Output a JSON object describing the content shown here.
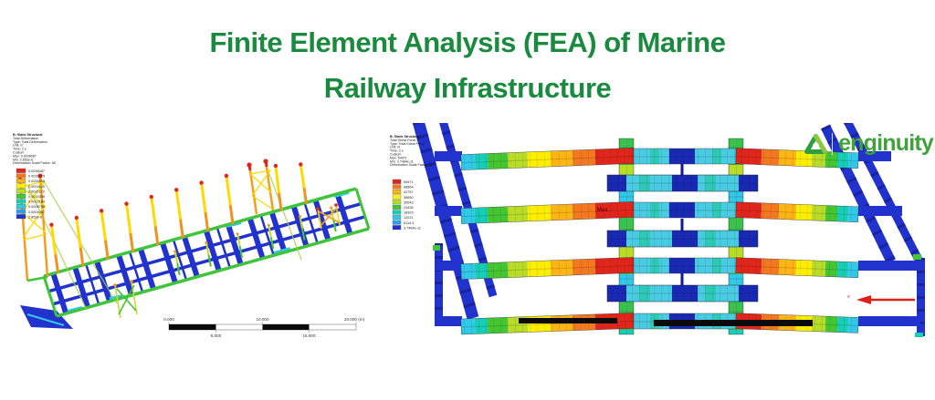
{
  "title": {
    "line1": "Finite Element Analysis (FEA) of Marine",
    "line2": "Railway Infrastructure",
    "color": "#1a8a3e"
  },
  "brand": {
    "logo_text": "enginuity",
    "logo_green": "#3fa33c",
    "logo_light_green": "#8dc63f"
  },
  "fea_palette": [
    "#e0261c",
    "#f4781f",
    "#fdb515",
    "#fdee00",
    "#b8dc28",
    "#44c532",
    "#17cdb6",
    "#32c8e8",
    "#2fa0e8",
    "#2133cc"
  ],
  "left_view": {
    "header_lines": [
      "B: Static Structural",
      "Total Deformation",
      "Type: Total Deformation",
      "Unit: m",
      "Time: 2 s",
      "Custom",
      "Max: 0.0036087",
      "Min: 2.853e-6",
      "Deformation Scale Factor: 58"
    ],
    "legend_values": [
      "0.0036087",
      "0.0032273",
      "0.0028459",
      "0.0024645",
      "0.0020172",
      "0.0016358",
      "0.0012184",
      "0.0008795",
      "0.0004087",
      "2.853e-6"
    ],
    "scale_bar": {
      "t0": "0.000",
      "t1": "10.000",
      "t2": "20.000 (m)",
      "b0": "5.000",
      "b1": "15.000"
    }
  },
  "right_view": {
    "header_lines": [
      "B: Static Structural",
      "Total Shear Force 4",
      "Type: Total Shear Force",
      "Unit: N",
      "Time: 2 s",
      "Custom",
      "Max: 54971",
      "Min: 3.7484e-11",
      "Deformation Scale Factor: 58"
    ],
    "legend_values": [
      "54971",
      "48864",
      "42757",
      "36650",
      "30543",
      "24436",
      "18329",
      "12221",
      "6114.3",
      "3.7484e-11"
    ],
    "max_label": "Max",
    "axis_x_label": "x"
  }
}
